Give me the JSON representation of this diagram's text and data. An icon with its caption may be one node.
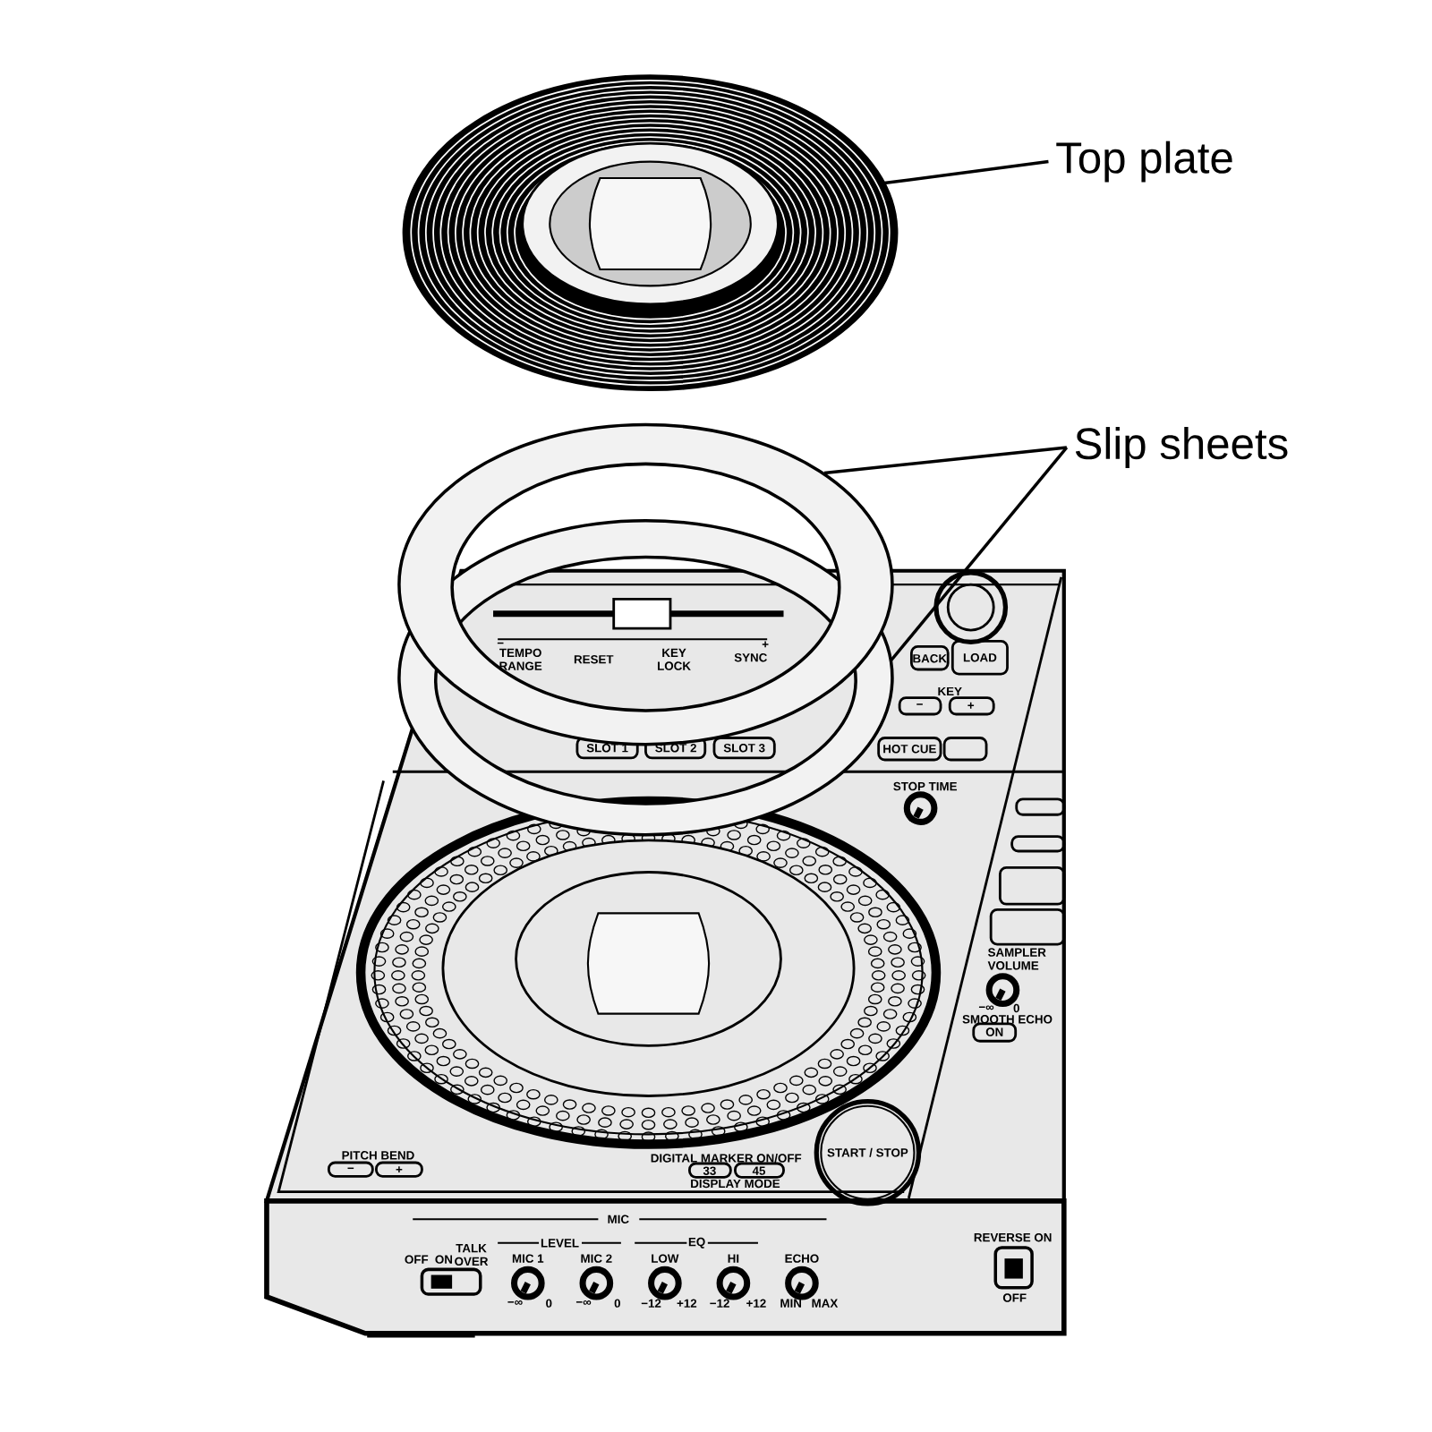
{
  "diagram": {
    "nodes": [
      {
        "text": [
          "Top plate"
        ]
      },
      {
        "text": [
          "Slip sheets"
        ]
      },
      {
        "text": [],
        "shape": "picture"
      },
      {
        "text": [],
        "shape": "ring"
      },
      {
        "text": [],
        "shape": "ring"
      }
    ],
    "edges": [
      {
        "from": 0,
        "to": 2,
        "arrow": "none"
      },
      {
        "from": 1,
        "to": 3,
        "arrow": "none"
      },
      {
        "from": 1,
        "to": 4,
        "arrow": "none"
      }
    ],
    "labels": [
      "−",
      "+",
      "TEMPO RANGE",
      "RESET",
      "KEY LOCK",
      "SYNC",
      "BACK",
      "LOAD",
      "KEY",
      "−",
      "+",
      "SLOT 1",
      "SLOT 2",
      "SLOT 3",
      "HOT CUE",
      "STOP TIME",
      "SAMPLER VOLUME",
      "−∞",
      "0",
      "SMOOTH ECHO",
      "ON",
      "PITCH BEND",
      "−",
      "+",
      "START / STOP",
      "DIGITAL MARKER ON/OFF",
      "33",
      "45",
      "DISPLAY MODE",
      "MIC",
      "LEVEL",
      "EQ",
      "OFF",
      "ON",
      "TALK OVER",
      "MIC 1",
      "MIC 2",
      "LOW",
      "HI",
      "ECHO",
      "−∞",
      "0",
      "−∞",
      "0",
      "−12",
      "+12",
      "−12",
      "+12",
      "MIN",
      "MAX",
      "REVERSE ON",
      "OFF"
    ]
  }
}
